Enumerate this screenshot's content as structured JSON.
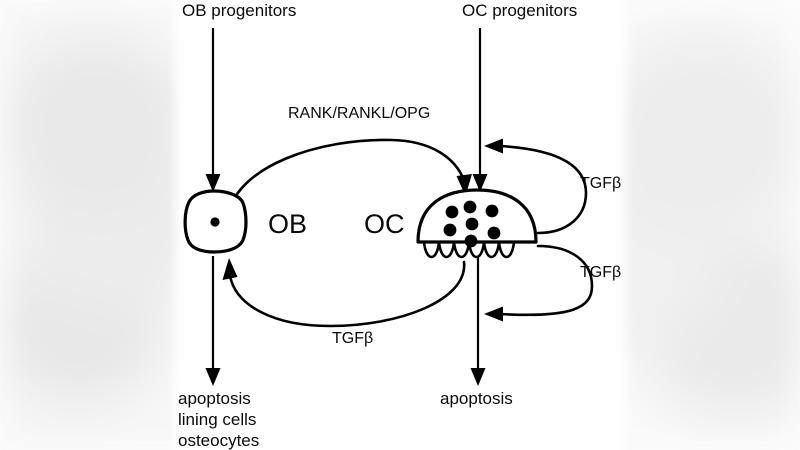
{
  "figure": {
    "type": "diagram",
    "subject": "bone-remodeling-cell-signaling",
    "background_color": "#ffffff",
    "line_color": "#000000",
    "headers": {
      "ob_progenitors": "OB progenitors",
      "oc_progenitors": "OC progenitors"
    },
    "cells": [
      {
        "id": "ob",
        "label": "OB",
        "nuclei": 1,
        "shape": "rounded-polygon"
      },
      {
        "id": "oc",
        "label": "OC",
        "nuclei": 7,
        "shape": "dome-with-ruffled-border"
      }
    ],
    "signals": {
      "rank_axis": "RANK/RANKL/OPG",
      "tgfb_upper": "TGFβ",
      "tgfb_lower": "TGFβ",
      "tgfb_return": "TGFβ"
    },
    "outcomes": {
      "ob_fates": [
        "apoptosis",
        "lining cells",
        "osteocytes"
      ],
      "oc_fate": "apoptosis"
    }
  }
}
